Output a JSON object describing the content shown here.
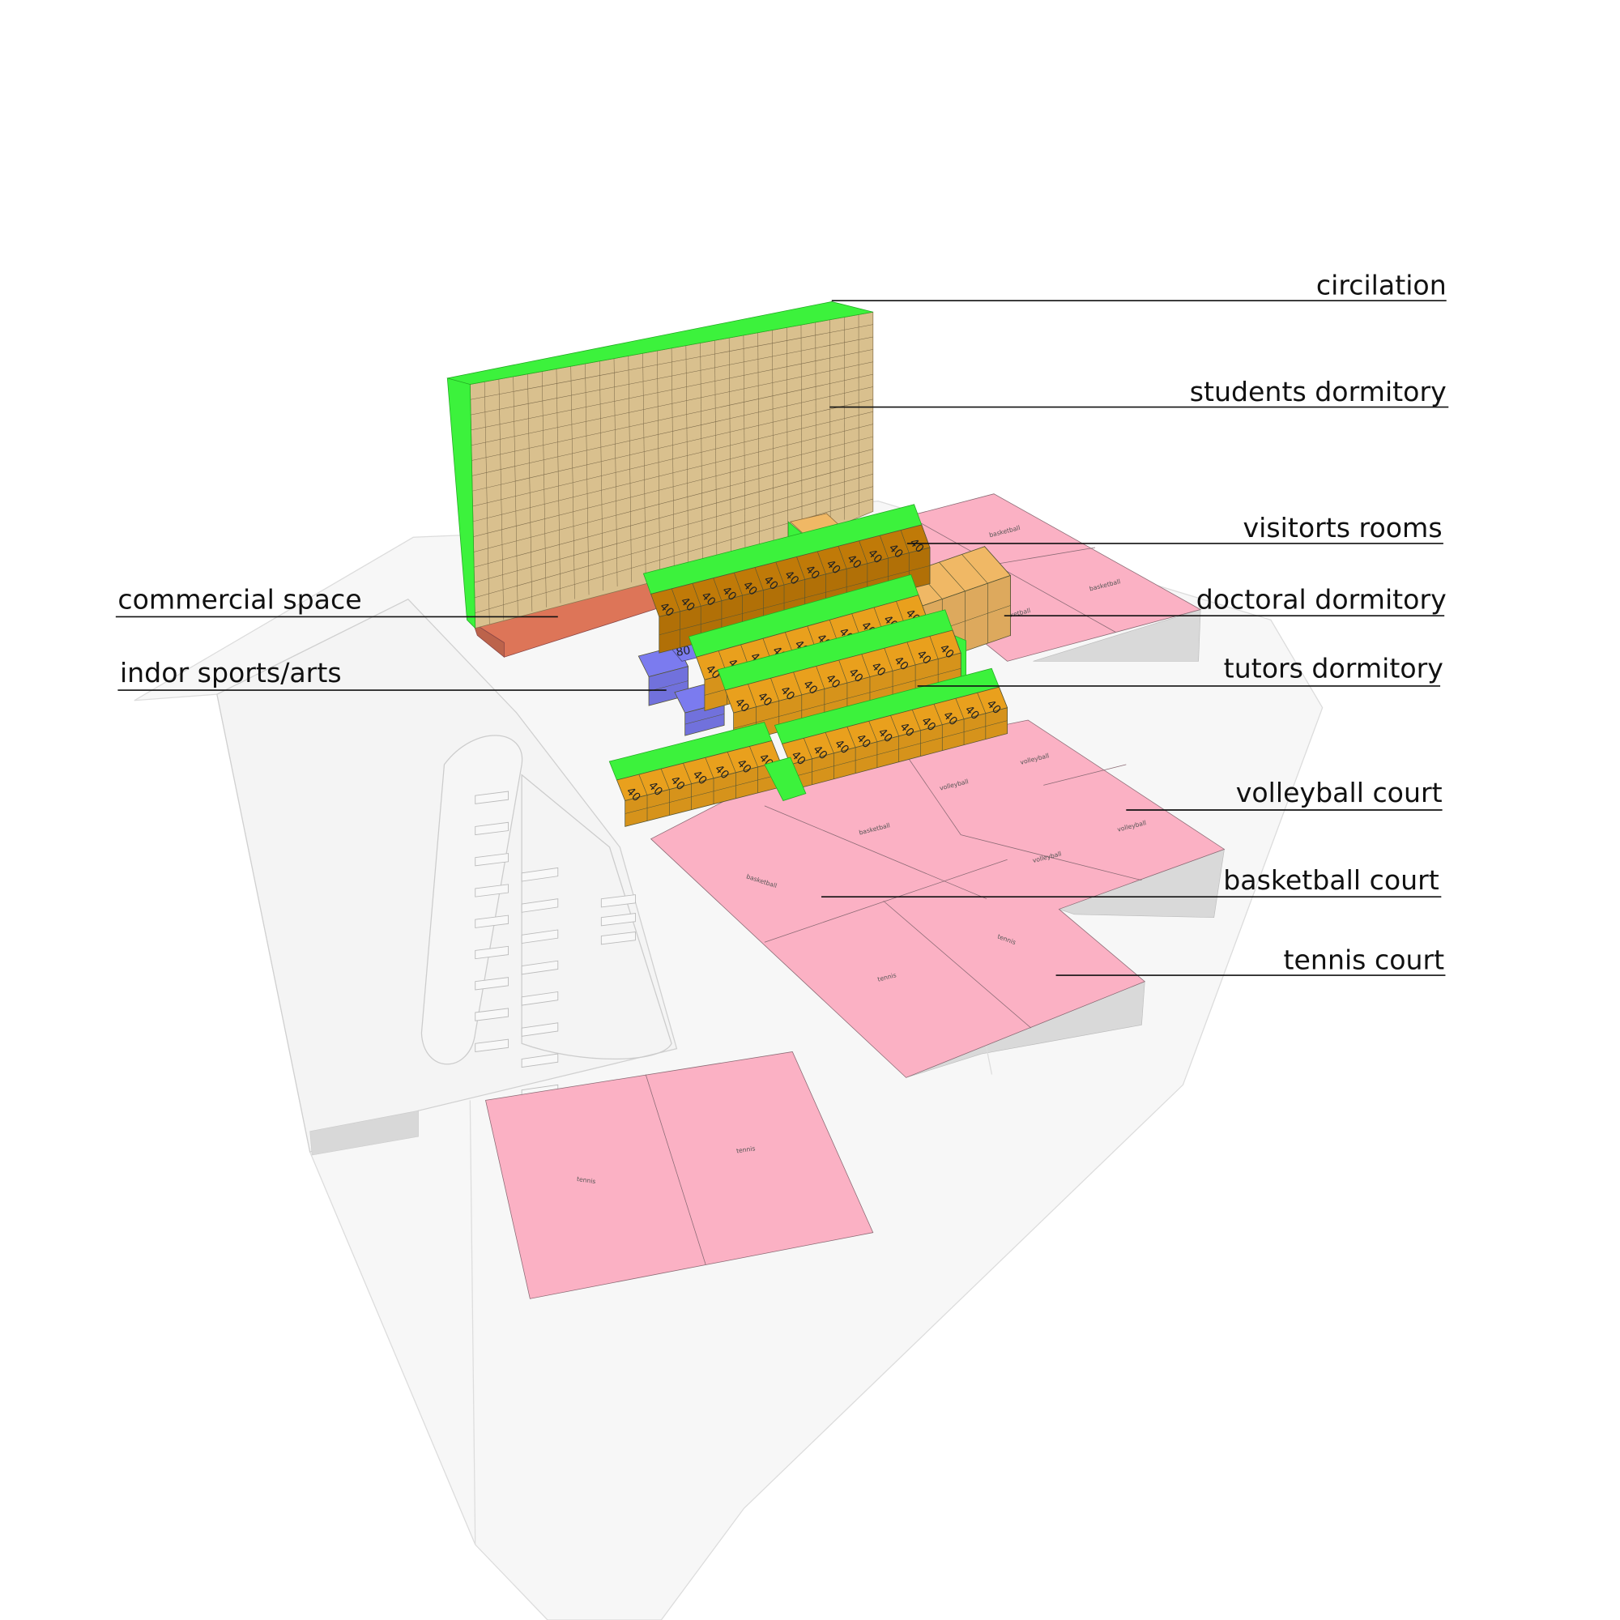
{
  "labels": {
    "circulation": "circilation",
    "students_dormitory": "students dormitory",
    "visitors_rooms": "visitorts rooms",
    "doctoral_dormitory": "doctoral dormitory",
    "tutors_dormitory": "tutors dormitory",
    "commercial_space": "commercial space",
    "indoor_sports_arts": "indor sports/arts",
    "volleyball_court": "volleyball court",
    "basketball_court": "basketball court",
    "tennis_court": "tennis court"
  },
  "court_labels": {
    "basketball": "basketball",
    "volleyball": "volleyball",
    "tennis": "tennis"
  },
  "unit_labels": {
    "tutor_unit": "40",
    "sports_unit": "80"
  },
  "colors": {
    "circulation": "#3cf23c",
    "students": "#d9c08e",
    "visitors": "#f0b865",
    "doctoral": "#c07a08",
    "tutors": "#e9a01d",
    "commercial": "#dd7558",
    "sports": "#7b7bef",
    "courts": "#fbb1c4",
    "ground": "#f7f7f7"
  }
}
